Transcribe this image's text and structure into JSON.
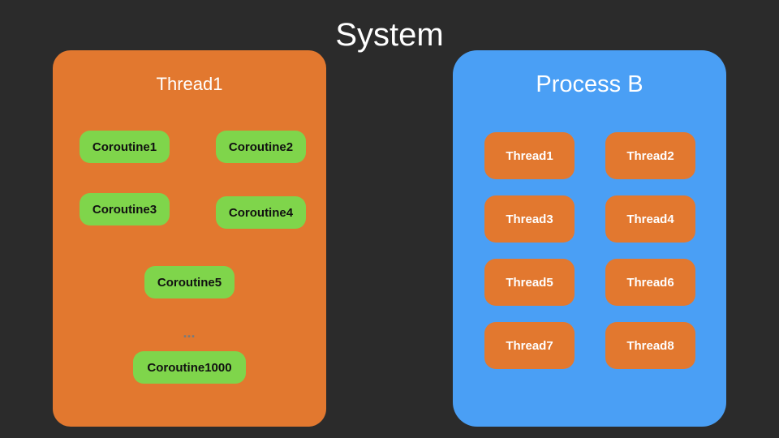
{
  "title": "System",
  "left_panel": {
    "title": "Thread1",
    "coroutines": [
      "Coroutine1",
      "Coroutine2",
      "Coroutine3",
      "Coroutine4",
      "Coroutine5",
      "Coroutine1000"
    ],
    "ellipsis": "..."
  },
  "right_panel": {
    "title": "Process B",
    "threads": [
      "Thread1",
      "Thread2",
      "Thread3",
      "Thread4",
      "Thread5",
      "Thread6",
      "Thread7",
      "Thread8"
    ]
  },
  "colors": {
    "background": "#2b2b2b",
    "thread_orange": "#e2782f",
    "process_blue": "#4a9ff5",
    "coroutine_green": "#7fd54b"
  }
}
